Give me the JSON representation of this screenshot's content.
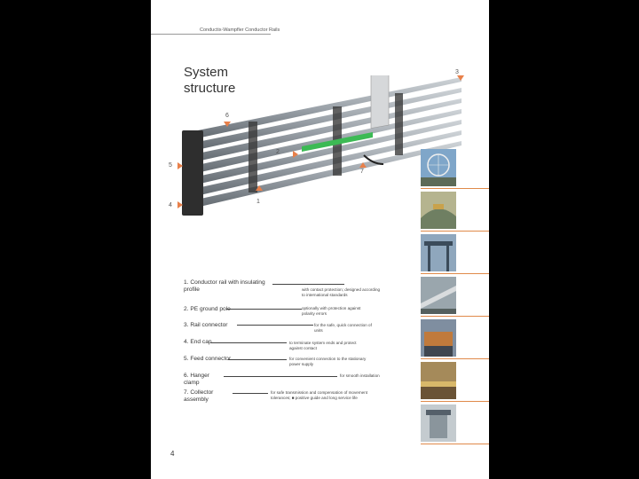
{
  "header": {
    "subtitle": "Conductix-Wampfler Conductor Rails"
  },
  "title": "System structure",
  "diagram": {
    "labels": [
      "1",
      "2",
      "3",
      "4",
      "5",
      "6",
      "7"
    ],
    "accent_color": "#e8804a",
    "highlight_color": "#3cba54"
  },
  "components": [
    {
      "label": "1. Conductor rail with insulating profile",
      "desc": "with contact protection; designed according to international standards"
    },
    {
      "label": "2. PE ground pole",
      "desc": "optionally with protection against polarity errors"
    },
    {
      "label": "3. Rail connector",
      "desc": "for the safe, quick connection of units"
    },
    {
      "label": "4. End cap",
      "desc": "to terminate system ends and protect against contact"
    },
    {
      "label": "5. Feed connector",
      "desc": "for convenient connection to the stationary power supply"
    },
    {
      "label": "6. Hanger clamp",
      "desc": "for smooth installation"
    },
    {
      "label": "7. Collector assembly",
      "desc": "for safe transmission and compensation of movement tolerances; ■ positive guide and long service life"
    }
  ],
  "page_number": "4",
  "photos": [
    "ferris-wheel",
    "amusement-ride",
    "crane-gantry",
    "industrial-hall",
    "container-terminal",
    "production-line",
    "automated-station"
  ]
}
